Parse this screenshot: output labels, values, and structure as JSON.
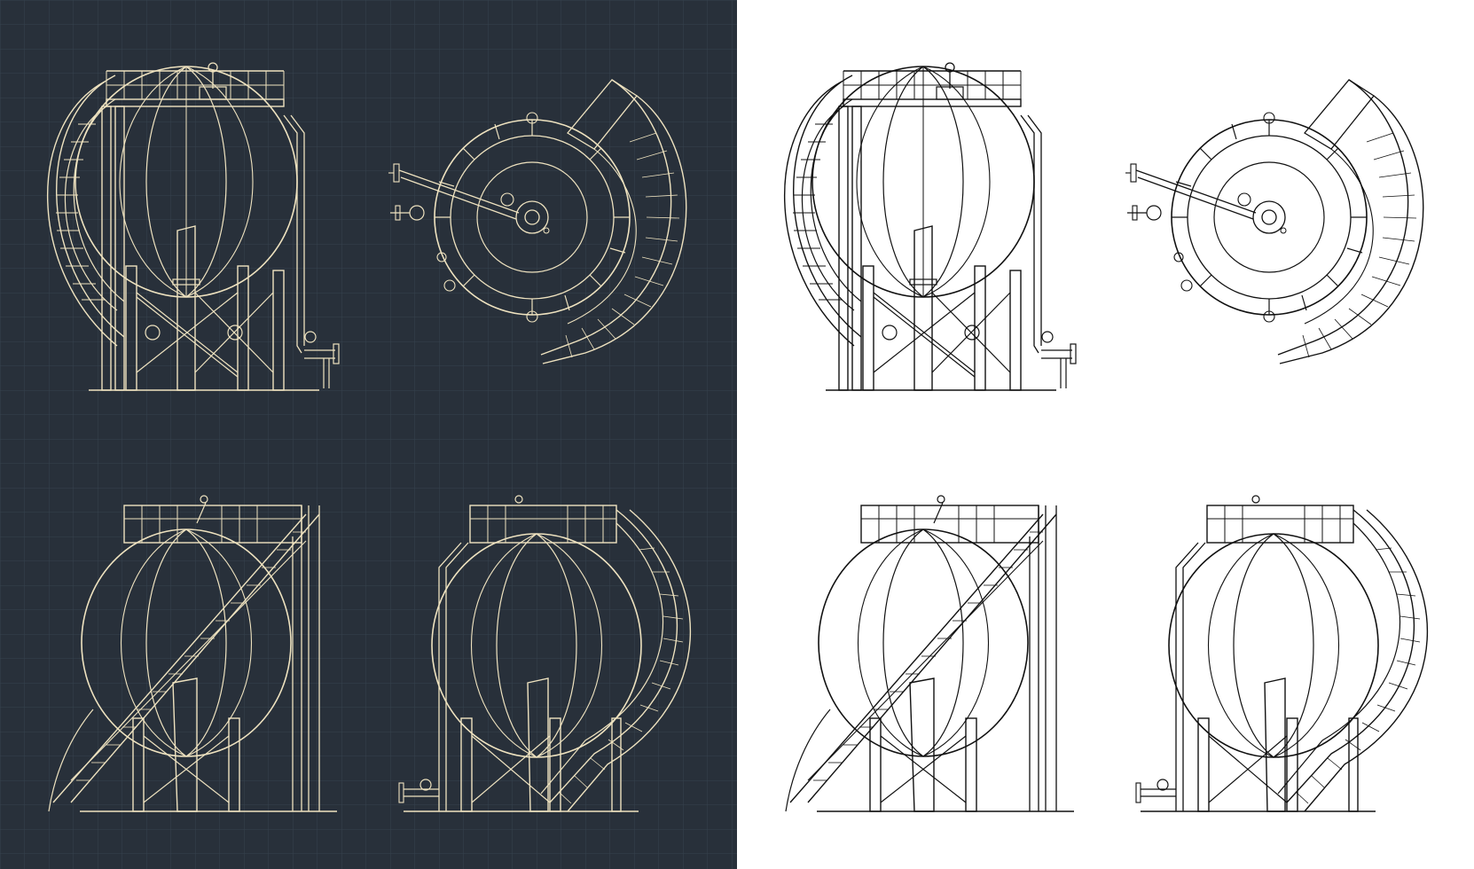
{
  "panels": [
    {
      "id": "dark",
      "background": "#28303a",
      "grid": "#35414d",
      "stroke": "#efe3c0"
    },
    {
      "id": "light",
      "background": "#ffffff",
      "grid": null,
      "stroke": "#111111"
    }
  ],
  "drawings": [
    {
      "id": "side-view-front-stairs-left",
      "view": "side"
    },
    {
      "id": "top-view",
      "view": "top"
    },
    {
      "id": "side-view-straight-stair",
      "view": "side"
    },
    {
      "id": "side-view-stairs-right",
      "view": "side"
    }
  ]
}
